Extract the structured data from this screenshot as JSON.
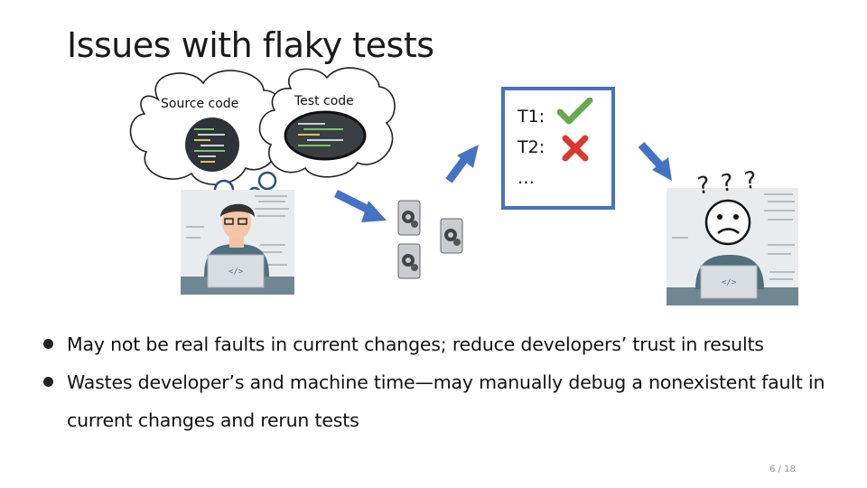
{
  "slide": {
    "title": "Issues with flaky tests",
    "clouds": {
      "source_label": "Source code",
      "test_label": "Test code"
    },
    "results": {
      "lines": [
        {
          "label": "T1:",
          "status": "pass"
        },
        {
          "label": "T2:",
          "status": "fail"
        },
        {
          "label": "…"
        }
      ]
    },
    "confused_marks": "? ? ?",
    "bullets": [
      "May not be real faults in current changes; reduce developers’ trust in results",
      "Wastes developer’s and machine time—may manually debug a nonexistent fault in current changes and rerun tests"
    ],
    "page_number": "6 / 18",
    "colors": {
      "arrow": "#4472c4",
      "box_border": "#4472c4",
      "pass": "#6aa84f",
      "fail": "#d93a2b"
    },
    "icons": [
      "source-code-thumbnail",
      "test-code-thumbnail",
      "developer-figure",
      "gear-icon",
      "check-icon",
      "cross-icon",
      "confused-face-icon"
    ]
  }
}
